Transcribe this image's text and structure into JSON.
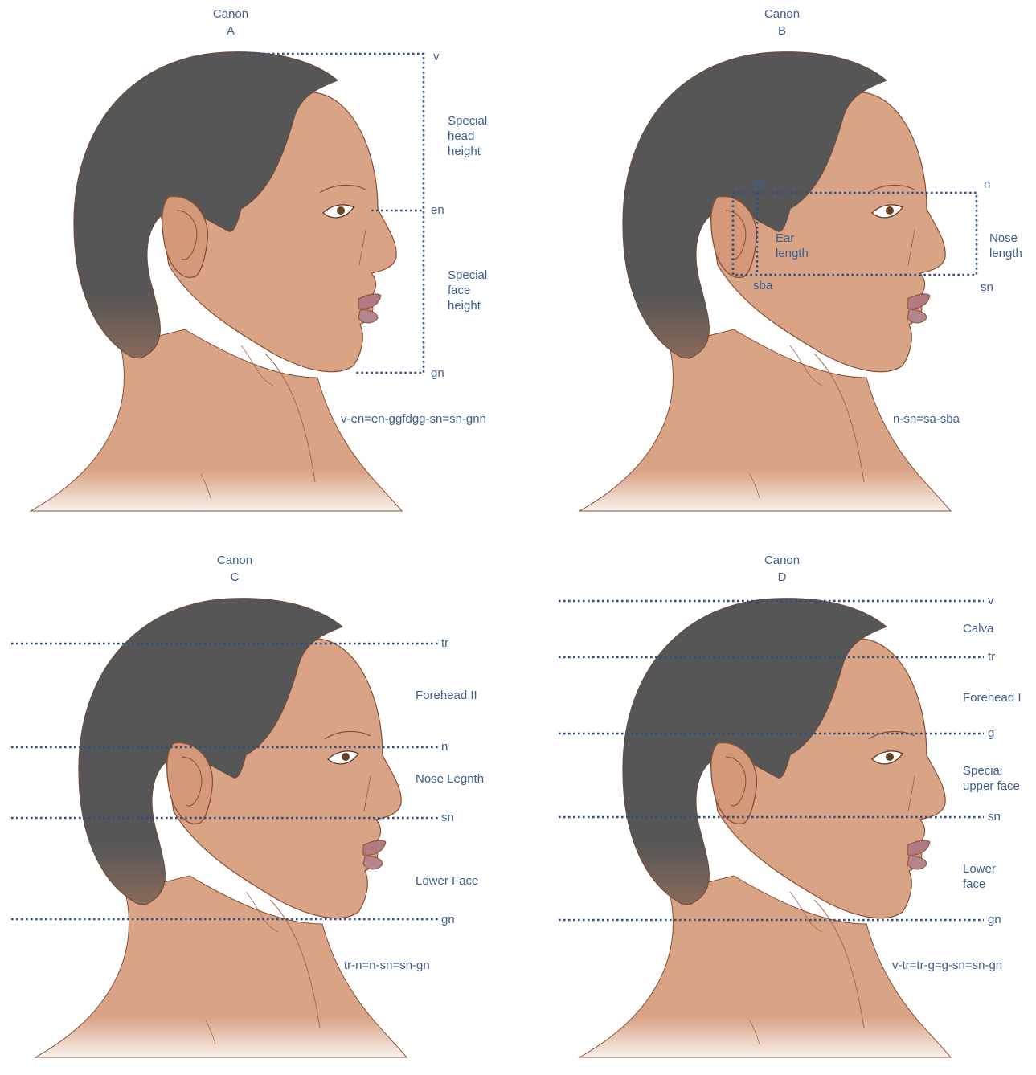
{
  "colors": {
    "skin": "#d9a385",
    "skin_shadow": "#c18a6c",
    "hair": "#565656",
    "outline": "#8a4f33",
    "label": "#3d5f8f",
    "dash": "#2b4f86"
  },
  "panels": [
    {
      "id": "A",
      "title_line1": "Canon",
      "title_line2": "A",
      "marks": [
        "v",
        "en",
        "gn"
      ],
      "measures": [
        "Special head height",
        "Special face height"
      ],
      "formula": "v-en=en-ggfdgg-sn=sn-gnn"
    },
    {
      "id": "B",
      "title_line1": "Canon",
      "title_line2": "B",
      "marks": [
        "sa",
        "sba",
        "n",
        "sn"
      ],
      "measures": [
        "Ear length",
        "Nose length"
      ],
      "formula": "n-sn=sa-sba"
    },
    {
      "id": "C",
      "title_line1": "Canon",
      "title_line2": "C",
      "marks": [
        "tr",
        "n",
        "sn",
        "gn"
      ],
      "measures": [
        "Forehead II",
        "Nose Legnth",
        "Lower Face"
      ],
      "formula": "tr-n=n-sn=sn-gn"
    },
    {
      "id": "D",
      "title_line1": "Canon",
      "title_line2": "D",
      "marks": [
        "v",
        "tr",
        "g",
        "sn",
        "gn"
      ],
      "measures": [
        "Calva",
        "Forehead I",
        "Special upper face",
        "Lower face"
      ],
      "formula": "v-tr=tr-g=g-sn=sn-gn"
    }
  ]
}
